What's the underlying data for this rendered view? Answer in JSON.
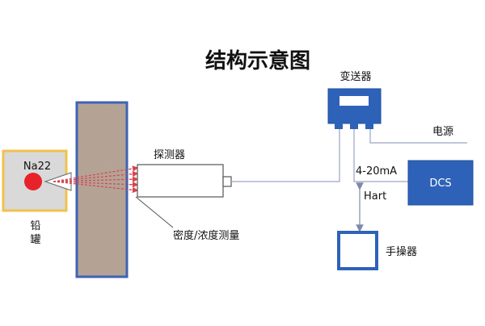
{
  "title": "结构示意图",
  "source": {
    "isotope": "Na22"
  },
  "lead_tank_label": [
    "铅",
    "罐"
  ],
  "detector_label": "探测器",
  "measurement_label": "密度/浓度测量",
  "transmitter_label": "变送器",
  "power_label": "电源",
  "signal_label": "4-20mA",
  "hart_label": "Hart",
  "dcs_label": "DCS",
  "handheld_label": "手操器",
  "colors": {
    "blue": "#2e62b8",
    "dark_blue": "#1f4f9f",
    "red": "#e8222a",
    "ray": "#d8434e",
    "lead_tank_border": "#f0c24e",
    "wall_fill": "#b5a293",
    "wall_border": "#3d63b5",
    "wire": "#9aa5c2"
  }
}
